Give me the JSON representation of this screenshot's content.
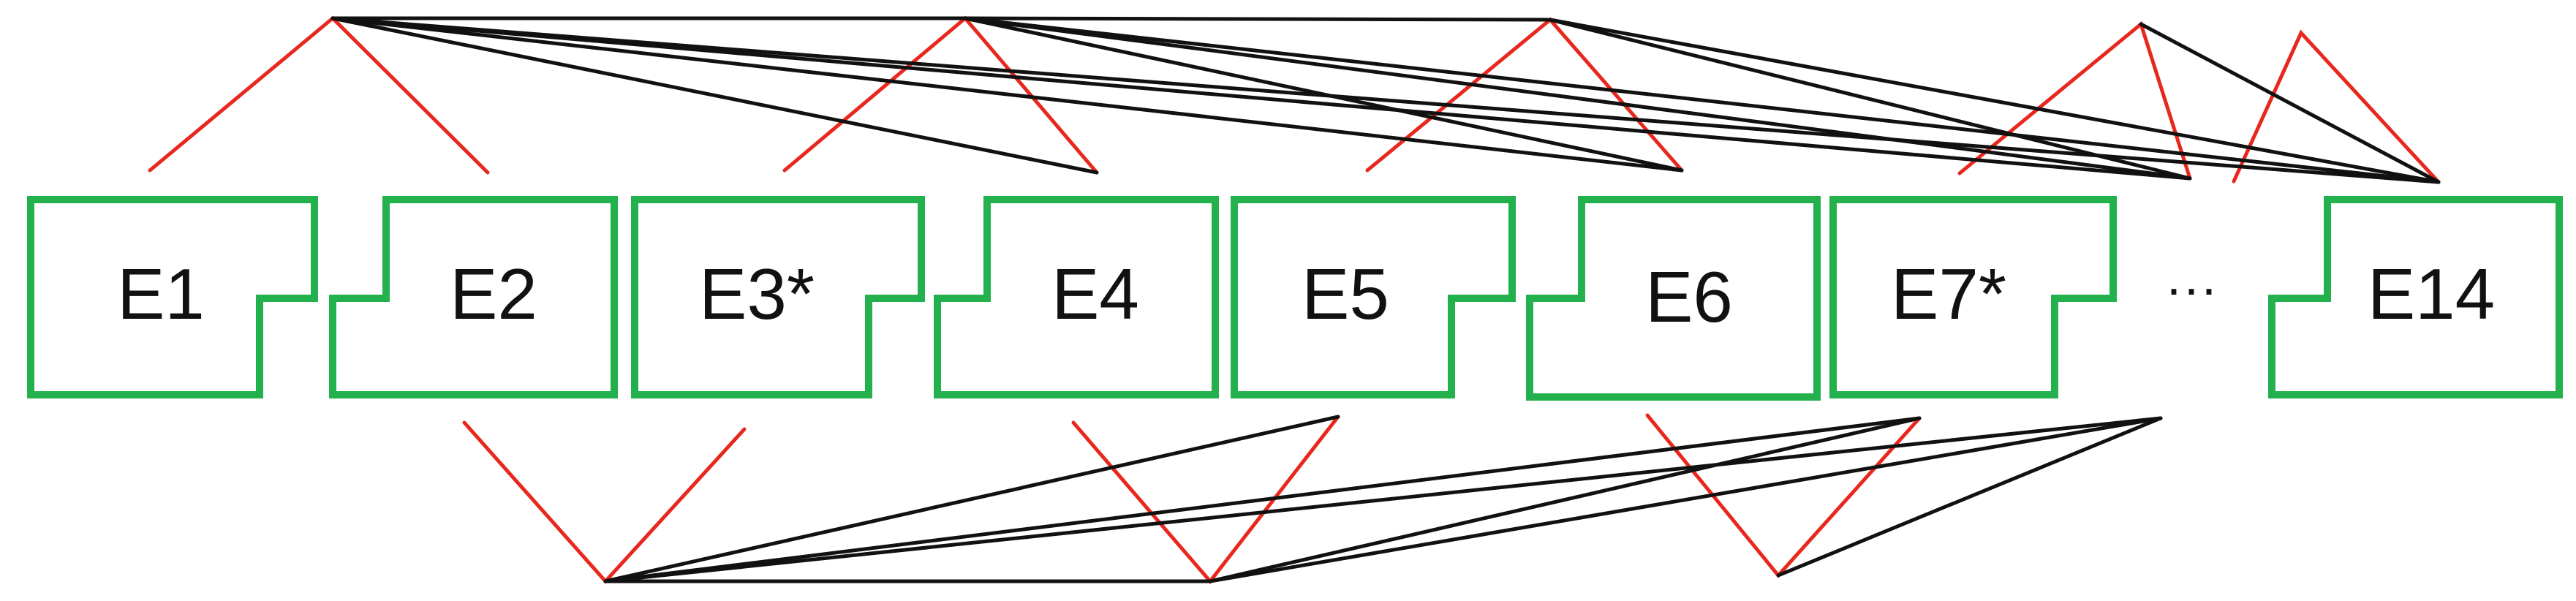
{
  "blocks": [
    {
      "id": "E1",
      "label": "E1"
    },
    {
      "id": "E2",
      "label": "E2"
    },
    {
      "id": "E3",
      "label": "E3*"
    },
    {
      "id": "E4",
      "label": "E4"
    },
    {
      "id": "E5",
      "label": "E5"
    },
    {
      "id": "E6",
      "label": "E6"
    },
    {
      "id": "E7",
      "label": "E7*"
    },
    {
      "id": "E14",
      "label": "E14"
    }
  ],
  "ellipsis": "···"
}
